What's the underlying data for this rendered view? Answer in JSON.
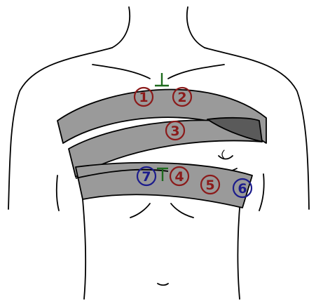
{
  "colors": {
    "outline": "#000000",
    "band_fill": "#9a9a9a",
    "band_shadow": "#5a5a5a",
    "marker_red": "#8b1a1a",
    "marker_blue": "#1c1c8c",
    "tick_green": "#1e6b1e",
    "background": "#ffffff"
  },
  "markers": [
    {
      "number": "1",
      "color": "red"
    },
    {
      "number": "2",
      "color": "red"
    },
    {
      "number": "3",
      "color": "red"
    },
    {
      "number": "4",
      "color": "red"
    },
    {
      "number": "5",
      "color": "red"
    },
    {
      "number": "6",
      "color": "blue"
    },
    {
      "number": "7",
      "color": "blue"
    }
  ],
  "ticks": [
    {
      "name": "sternal-notch-mark",
      "orientation": "inverted-T"
    },
    {
      "name": "xiphoid-mark",
      "orientation": "T"
    }
  ]
}
